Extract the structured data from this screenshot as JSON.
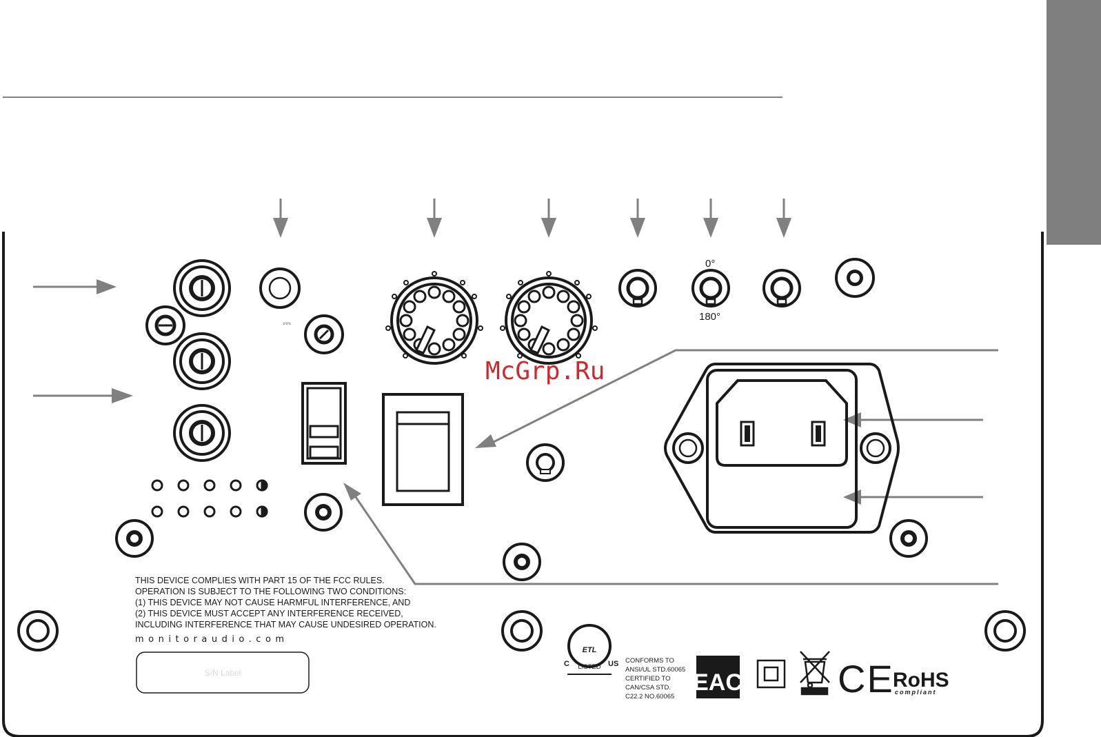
{
  "fcc_notice": [
    "THIS DEVICE COMPLIES WITH PART 15 OF THE FCC RULES.",
    "OPERATION IS SUBJECT TO THE FOLLOWING TWO CONDITIONS:",
    "(1) THIS DEVICE MAY NOT CAUSE HARMFUL INTERFERENCE, AND",
    "(2) THIS DEVICE MUST ACCEPT ANY INTERFERENCE RECEIVED,",
    "INCLUDING INTERFERENCE THAT MAY CAUSE UNDESIRED OPERATION."
  ],
  "website": "monitoraudio.com",
  "sn_label": "S/N Label",
  "phase": {
    "top": "0°",
    "bottom": "180°"
  },
  "dc_symbol": "⎓",
  "etl": {
    "left": "C",
    "right": "US",
    "sub": "LISTED",
    "mark": "ETL"
  },
  "certification": [
    "CONFORMS TO",
    "ANSI/UL STD.60065",
    "CERTIFIED TO",
    "CAN/CSA STD.",
    "C22.2 NO.60065"
  ],
  "eac": "EAC",
  "ce": "CE",
  "rohs": {
    "main": "RoHS",
    "sub": "compliant"
  },
  "watermark": "McGrp.Ru",
  "colors": {
    "line": "#1a1a1a",
    "arrow": "#808080",
    "tab": "#7f7f7f",
    "watermark": "#d0282c"
  }
}
